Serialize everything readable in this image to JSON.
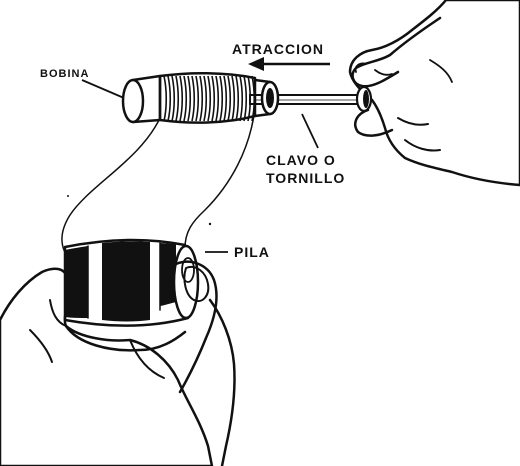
{
  "labels": {
    "coil": "BOBINA",
    "attraction": "ATRACCION",
    "nail_line1": "CLAVO O",
    "nail_line2": "TORNILLO",
    "battery": "PILA"
  },
  "colors": {
    "ink": "#111111",
    "paper": "#ffffff"
  }
}
